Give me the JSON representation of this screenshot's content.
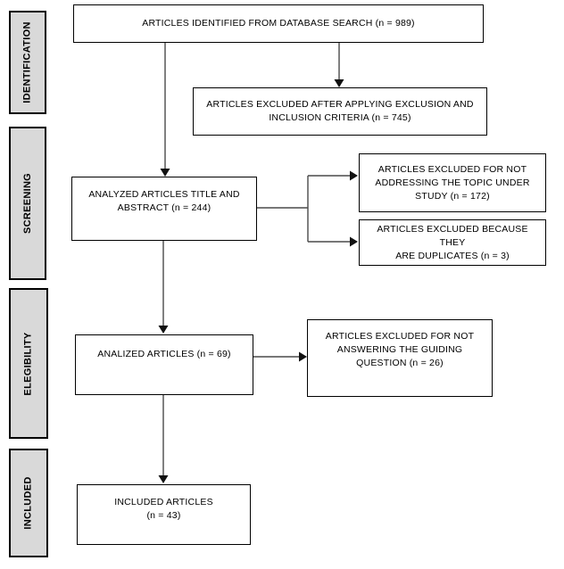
{
  "sidebar": {
    "items": [
      {
        "id": "identification",
        "label": "IDENTIFICATION"
      },
      {
        "id": "screening",
        "label": "SCREENING"
      },
      {
        "id": "elegibility",
        "label": "ELEGIBILITY"
      },
      {
        "id": "included",
        "label": "INCLUDED"
      }
    ]
  },
  "boxes": {
    "identified": "ARTICLES IDENTIFIED FROM DATABASE SEARCH (n = 989)",
    "excluded_criteria": "ARTICLES EXCLUDED AFTER APPLYING EXCLUSION AND\nINCLUSION CRITERIA (n = 745)",
    "title_abstract": "ANALYZED ARTICLES TITLE AND\nABSTRACT (n = 244)",
    "excluded_topic": "ARTICLES EXCLUDED FOR NOT\nADDRESSING THE TOPIC UNDER\nSTUDY (n = 172)",
    "excluded_duplicates": "ARTICLES EXCLUDED BECAUSE THEY\nARE DUPLICATES (n = 3)",
    "analized": "ANALIZED ARTICLES (n = 69)",
    "excluded_question": "ARTICLES EXCLUDED FOR NOT\nANSWERING THE GUIDING\nQUESTION (n = 26)",
    "included": "INCLUDED ARTICLES\n(n = 43)"
  },
  "edges": [
    {
      "from": "identified",
      "to": "excluded_criteria"
    },
    {
      "from": "identified",
      "to": "title_abstract"
    },
    {
      "from": "title_abstract",
      "to": "excluded_topic"
    },
    {
      "from": "title_abstract",
      "to": "excluded_duplicates"
    },
    {
      "from": "title_abstract",
      "to": "analized"
    },
    {
      "from": "analized",
      "to": "excluded_question"
    },
    {
      "from": "analized",
      "to": "included"
    }
  ],
  "colors": {
    "stage_fill": "#d9d9d9",
    "border": "#000000",
    "line": "#4a4a4a",
    "arrowhead": "#111111"
  }
}
